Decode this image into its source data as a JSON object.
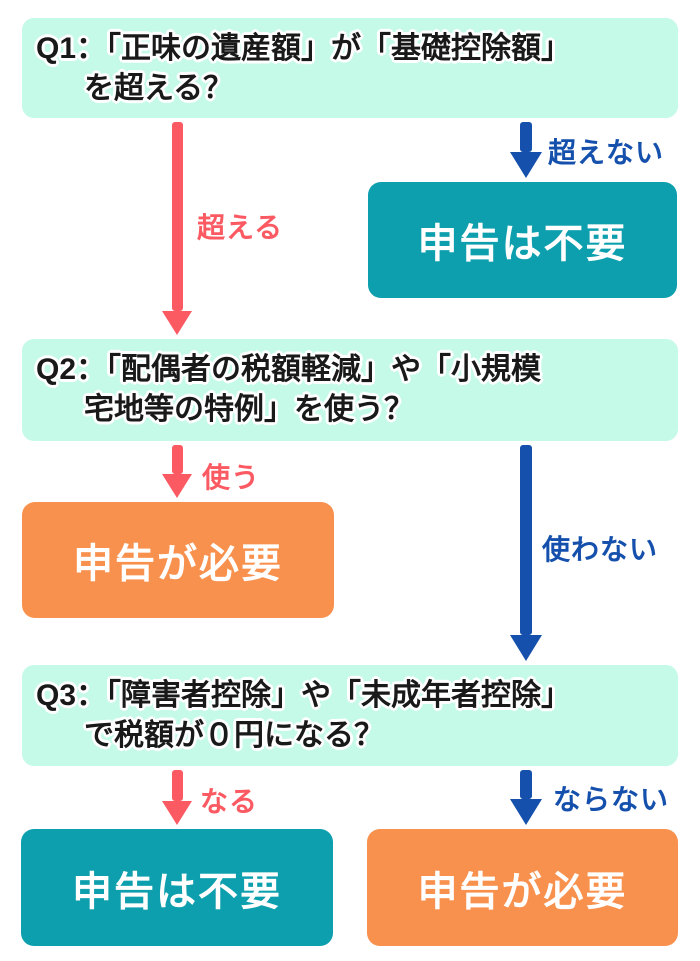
{
  "palette": {
    "mint": "#c6fae8",
    "teal": "#0d9fad",
    "orange": "#f9914e",
    "red": "#fb5a63",
    "blue": "#1450ac"
  },
  "nodes": {
    "q1": {
      "lines": [
        "Q1：「正味の遺産額」が「基礎控除額」",
        "を超える？"
      ]
    },
    "q2": {
      "lines": [
        "Q2：「配偶者の税額軽減」や「小規模",
        "宅地等の特例」を使う？"
      ]
    },
    "q3": {
      "lines": [
        "Q3：「障害者控除」や「未成年者控除」",
        "で税額が０円になる？"
      ]
    },
    "result_q1_no": {
      "label": "申告は不要"
    },
    "result_q2_yes": {
      "label": "申告が必要"
    },
    "result_q3_yes": {
      "label": "申告は不要"
    },
    "result_q3_no": {
      "label": "申告が必要"
    }
  },
  "edges": {
    "q1_yes": "超える",
    "q1_no": "超えない",
    "q2_yes": "使う",
    "q2_no": "使わない",
    "q3_yes": "なる",
    "q3_no": "ならない"
  }
}
